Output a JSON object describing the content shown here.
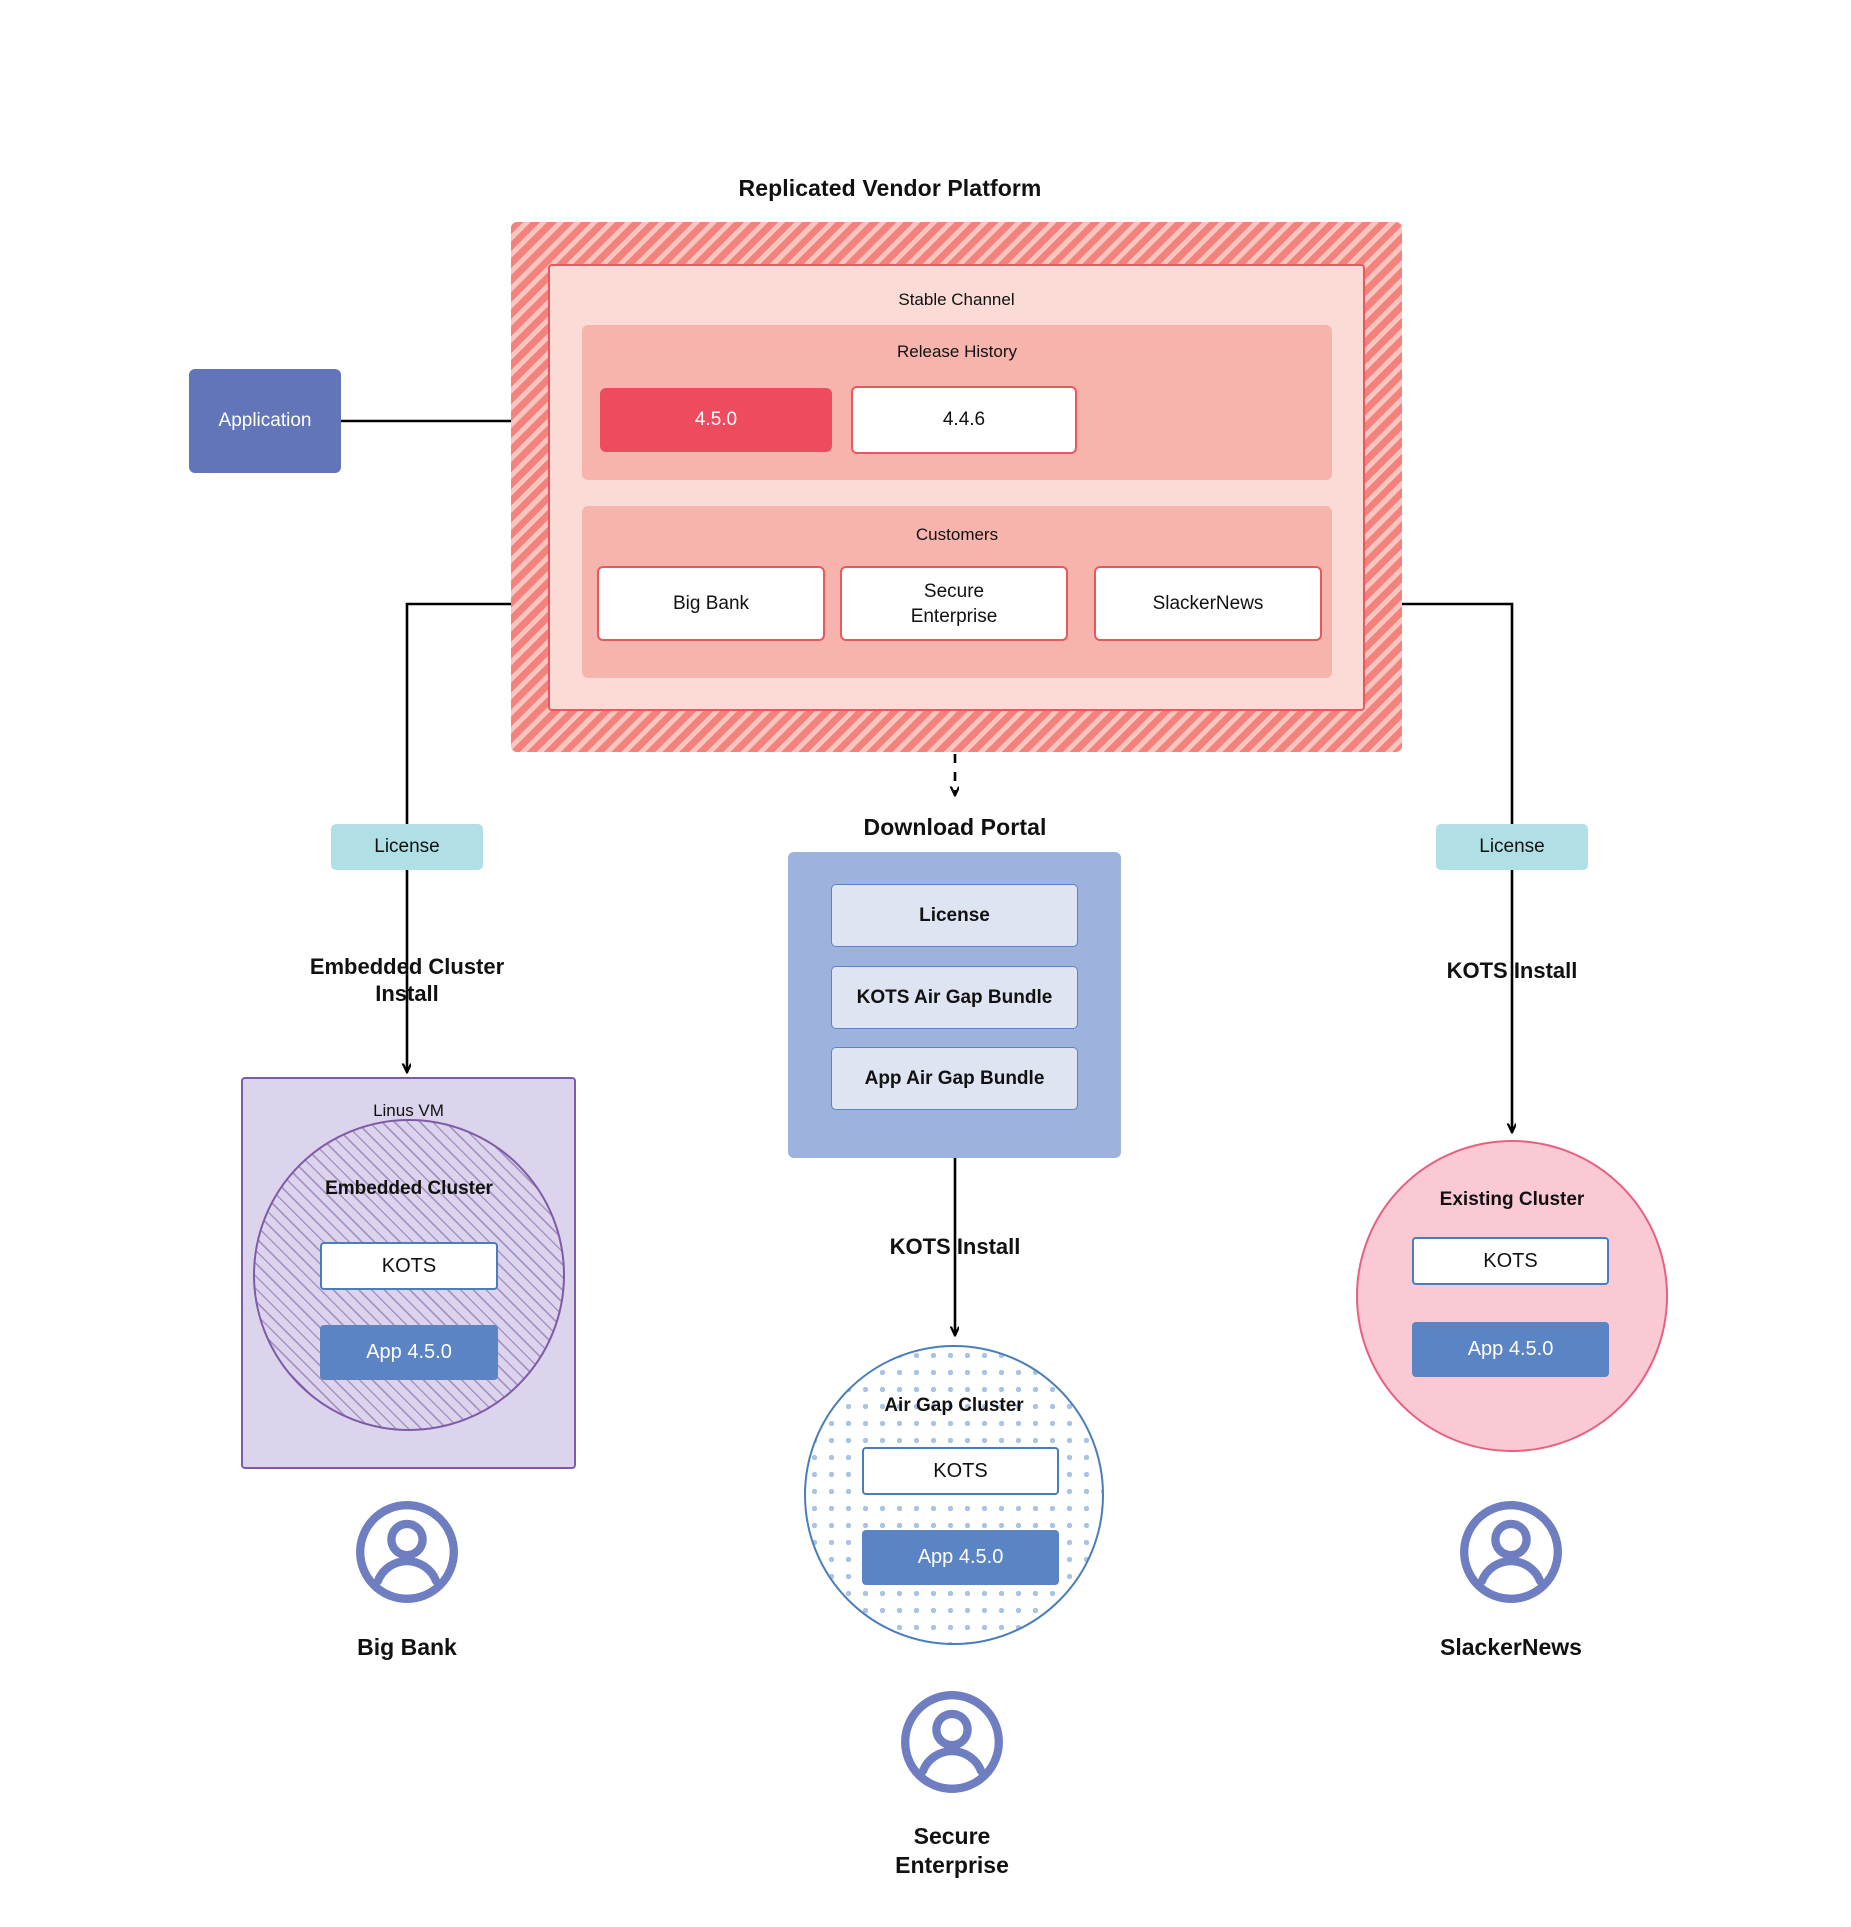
{
  "diagram": {
    "title": "Replicated Vendor Platform",
    "download_portal_title": "Download  Portal"
  },
  "application_node": {
    "label": "Application"
  },
  "vendor_platform": {
    "channel_label": "Stable Channel",
    "release_history": {
      "label": "Release History",
      "releases": [
        {
          "version": "4.5.0",
          "state": "current"
        },
        {
          "version": "4.4.6",
          "state": "previous"
        }
      ]
    },
    "customers": {
      "label": "Customers",
      "items": [
        {
          "name": "Big Bank"
        },
        {
          "name": "Secure\nEnterprise"
        },
        {
          "name": "SlackerNews"
        }
      ]
    }
  },
  "download_portal": {
    "items": [
      {
        "label": "License"
      },
      {
        "label": "KOTS Air Gap Bundle"
      },
      {
        "label": "App Air Gap Bundle"
      }
    ]
  },
  "left_flow": {
    "license_label": "License",
    "install_label": "Embedded Cluster\nInstall",
    "vm_label": "Linus VM",
    "cluster_label": "Embedded Cluster",
    "kots_label": "KOTS",
    "app_label": "App 4.5.0",
    "customer_label": "Big Bank"
  },
  "center_flow": {
    "install_label": "KOTS Install",
    "cluster_label": "Air Gap Cluster",
    "kots_label": "KOTS",
    "app_label": "App 4.5.0",
    "customer_label": "Secure\nEnterprise"
  },
  "right_flow": {
    "license_label": "License",
    "install_label": "KOTS Install",
    "cluster_label": "Existing Cluster",
    "kots_label": "KOTS",
    "app_label": "App 4.5.0",
    "customer_label": "SlackerNews"
  },
  "icons": {
    "avatar": "user-avatar-icon"
  },
  "colors": {
    "platform_stripe": "#F4827C",
    "platform_stripe_light": "#FAC4BF",
    "channel_bg": "#FADBD6",
    "panel_bg": "#F7B4AC",
    "accent_red": "#E8585E",
    "current_release": "#EF4B5E",
    "application_blue": "#6175B8",
    "license_cyan": "#B0E0E6",
    "portal_blue": "#9DB2DC",
    "portal_item": "#DFE4F3",
    "app_blue": "#5B84C4",
    "kots_border": "#4A7EBB",
    "vm_purple": "#DCD4EC",
    "vm_purple_border": "#7D5BA6",
    "existing_pink": "#FBC9D4",
    "existing_pink_border": "#E8607F",
    "avatar_purple": "#6E7EC0"
  }
}
